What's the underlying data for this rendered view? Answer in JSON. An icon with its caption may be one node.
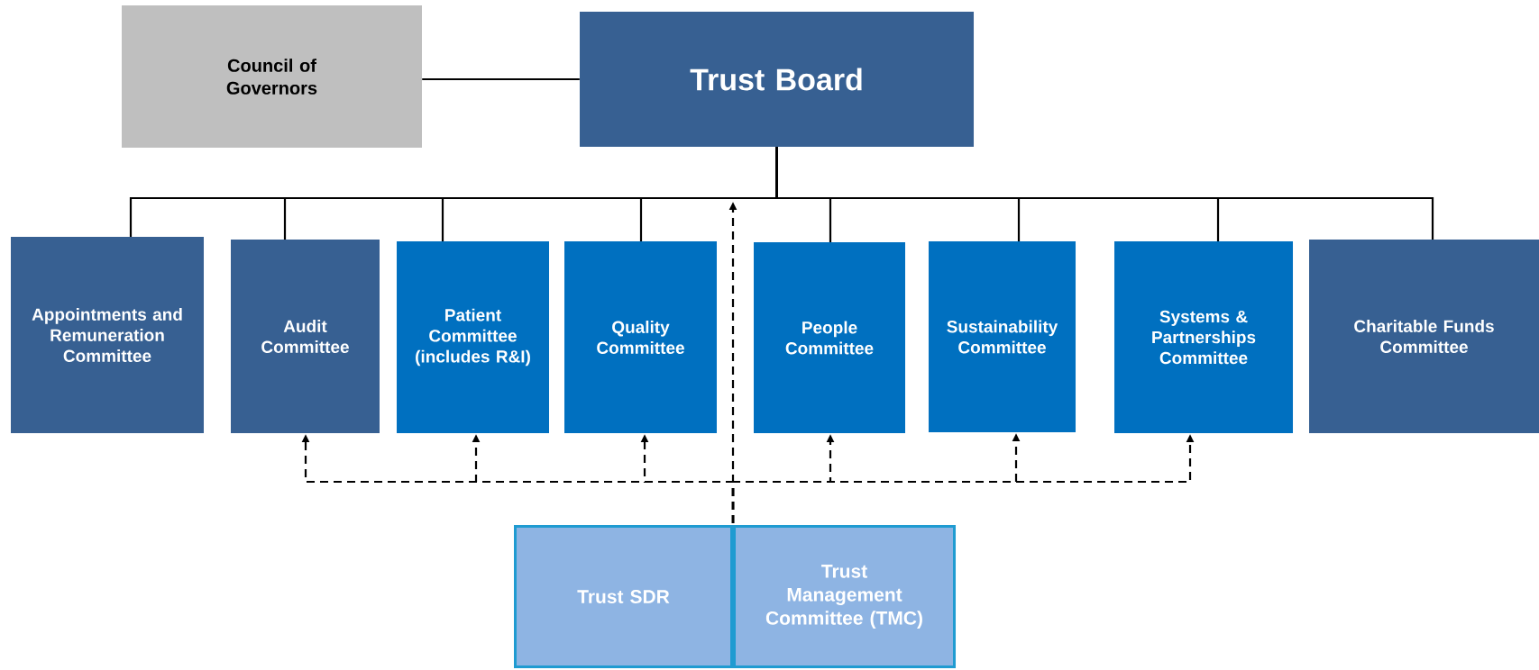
{
  "diagram": {
    "nodes": [
      {
        "text": [
          "Council of Governors"
        ]
      },
      {
        "text": [
          "Trust Board"
        ]
      },
      {
        "text": [
          "Appointments and Remuneration Committee"
        ]
      },
      {
        "text": [
          "Audit Committee"
        ]
      },
      {
        "text": [
          "Patient Committee (includes R&I)"
        ]
      },
      {
        "text": [
          "Quality Committee"
        ]
      },
      {
        "text": [
          "People Committee"
        ]
      },
      {
        "text": [
          "Sustainability Committee"
        ]
      },
      {
        "text": [
          "Systems & Partnerships Committee"
        ]
      },
      {
        "text": [
          "Charitable Funds Committee"
        ]
      },
      {
        "text": [
          "Trust SDR"
        ]
      },
      {
        "text": [
          "Trust Management Committee (TMC)"
        ]
      }
    ],
    "edges": [
      {
        "from": 0,
        "to": 1,
        "arrow": "none"
      },
      {
        "from": 1,
        "to": 2,
        "arrow": "none"
      },
      {
        "from": 1,
        "to": 3,
        "arrow": "none"
      },
      {
        "from": 1,
        "to": 4,
        "arrow": "none"
      },
      {
        "from": 1,
        "to": 5,
        "arrow": "none"
      },
      {
        "from": 1,
        "to": 6,
        "arrow": "none"
      },
      {
        "from": 1,
        "to": 7,
        "arrow": "none"
      },
      {
        "from": 1,
        "to": 8,
        "arrow": "none"
      },
      {
        "from": 1,
        "to": 9,
        "arrow": "none"
      },
      {
        "from": 11,
        "to": null,
        "arrow": "to",
        "style": "dashed"
      },
      {
        "from": 11,
        "to": 3,
        "arrow": "to",
        "style": "dashed"
      },
      {
        "from": 11,
        "to": 4,
        "arrow": "to",
        "style": "dashed"
      },
      {
        "from": 11,
        "to": 5,
        "arrow": "to",
        "style": "dashed"
      },
      {
        "from": 11,
        "to": 6,
        "arrow": "to",
        "style": "dashed"
      },
      {
        "from": 11,
        "to": 7,
        "arrow": "to",
        "style": "dashed"
      },
      {
        "from": 11,
        "to": 8,
        "arrow": "to",
        "style": "dashed"
      }
    ]
  }
}
